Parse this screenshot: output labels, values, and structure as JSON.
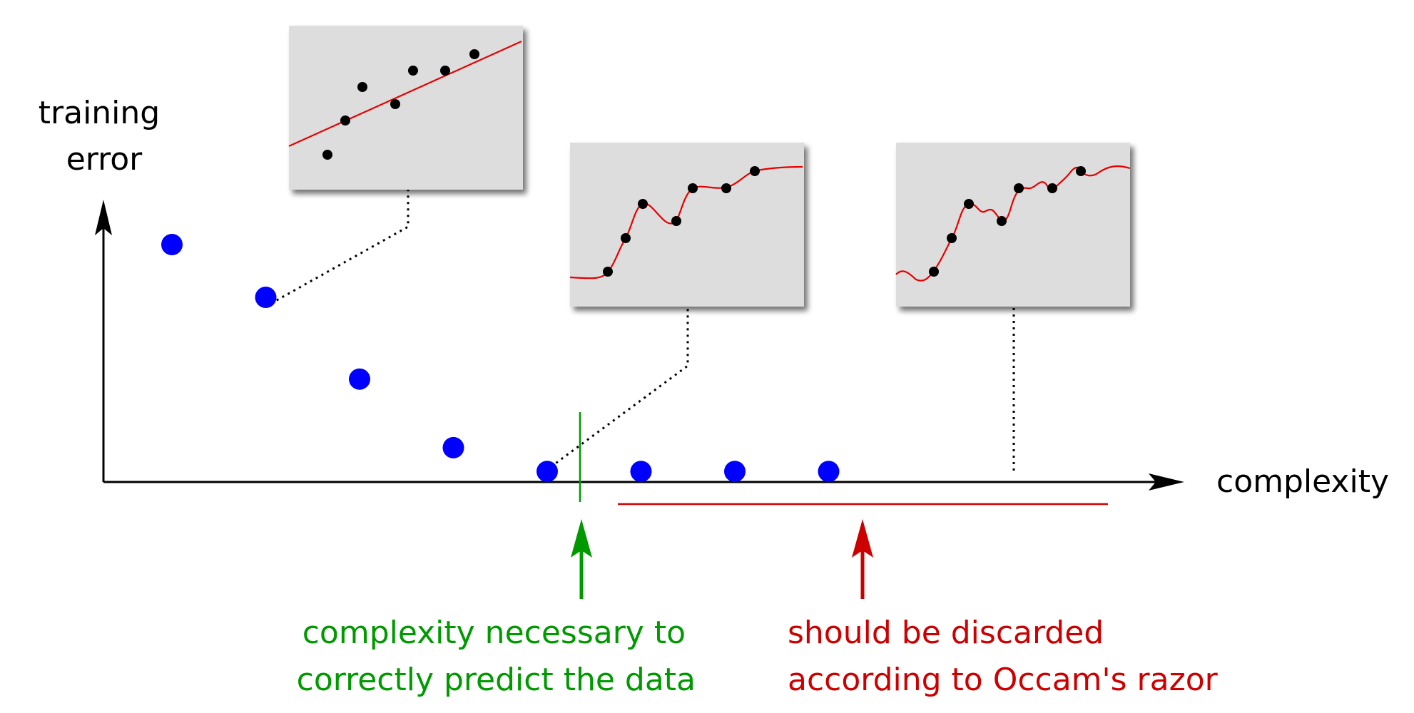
{
  "labels": {
    "y_axis": [
      "training",
      "error"
    ],
    "x_axis": "complexity",
    "necessary": [
      "complexity necessary to",
      "correctly predict the data"
    ],
    "discard": [
      "should be discarded",
      "according to Occam's razor"
    ]
  },
  "colors": {
    "points": "#0000ff",
    "fit": "#e60000",
    "necessary": "#009900",
    "discard": "#cc0000",
    "axis": "#000000",
    "panel": "#dddddd"
  },
  "chart_data": {
    "type": "scatter",
    "xlabel": "complexity",
    "ylabel": "training error",
    "series": [
      {
        "values": [
          0.9,
          0.7,
          0.39,
          0.13,
          0.04,
          0.04,
          0.04,
          0.04
        ]
      }
    ]
  }
}
